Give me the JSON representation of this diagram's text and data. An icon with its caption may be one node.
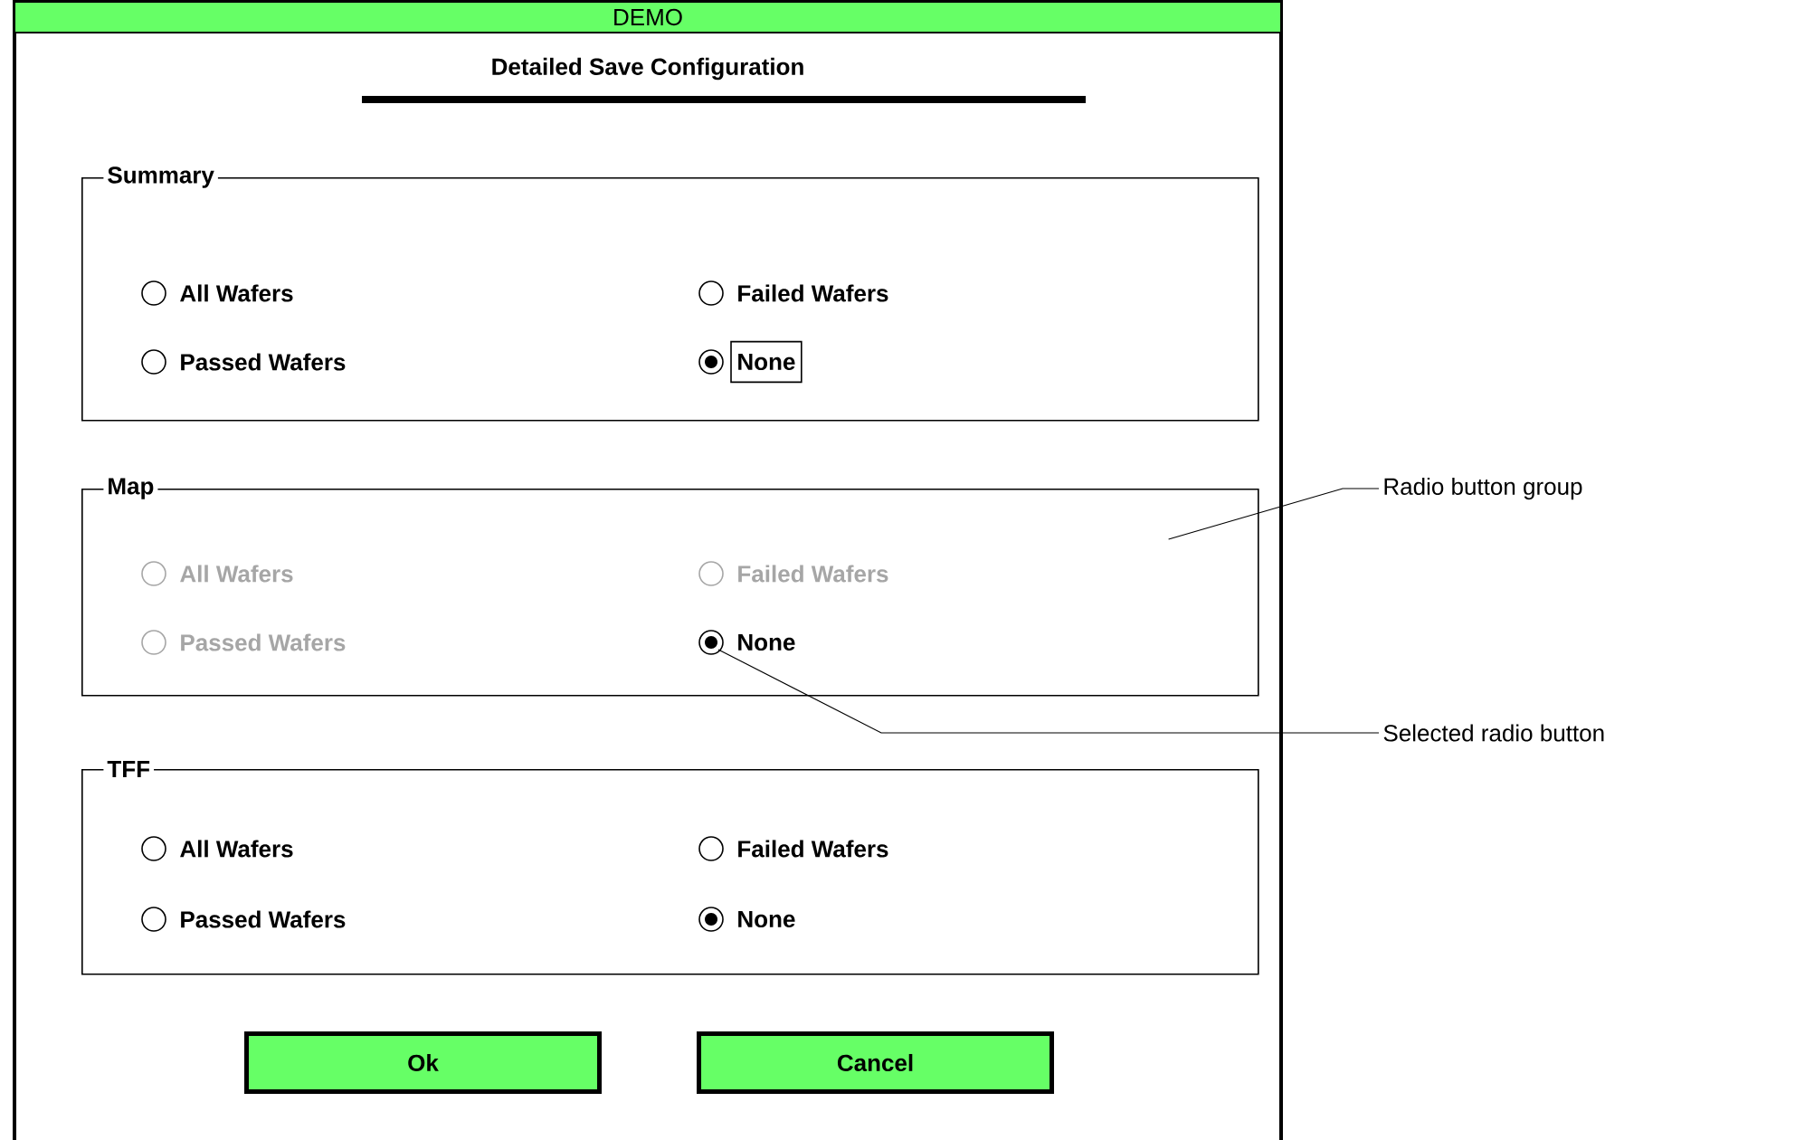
{
  "diagram": {
    "nodes": [
      {
        "text": [
          "DEMO"
        ]
      },
      {
        "text": [
          "Summary"
        ],
        "in": 0
      },
      {
        "text": [
          "All Wafers"
        ],
        "in": 1
      },
      {
        "text": [
          "Failed Wafers"
        ],
        "in": 1
      },
      {
        "text": [
          "Passed Wafers"
        ],
        "in": 1
      },
      {
        "text": [
          "None"
        ],
        "in": 1
      },
      {
        "text": [
          "Map"
        ],
        "in": 0
      },
      {
        "text": [
          "All Wafers"
        ],
        "in": 6
      },
      {
        "text": [
          "Failed Wafers"
        ],
        "in": 6
      },
      {
        "text": [
          "Passed Wafers"
        ],
        "in": 6
      },
      {
        "text": [
          "None"
        ],
        "in": 6
      },
      {
        "text": [
          "TFF"
        ],
        "in": 0
      },
      {
        "text": [
          "All Wafers"
        ],
        "in": 11
      },
      {
        "text": [
          "Failed Wafers"
        ],
        "in": 11
      },
      {
        "text": [
          "Passed Wafers"
        ],
        "in": 11
      },
      {
        "text": [
          "None"
        ],
        "in": 11
      },
      {
        "text": [
          "Ok"
        ],
        "in": 0
      },
      {
        "text": [
          "Cancel"
        ],
        "in": 0
      },
      {
        "text": [
          "Radio button group"
        ]
      },
      {
        "text": [
          "Selected radio button"
        ]
      }
    ],
    "edges": [
      {
        "from": 18,
        "to": 6,
        "arrow": "none"
      },
      {
        "from": 19,
        "to": 10,
        "arrow": "none"
      }
    ],
    "labels": [
      "Detailed Save Configuration"
    ]
  }
}
